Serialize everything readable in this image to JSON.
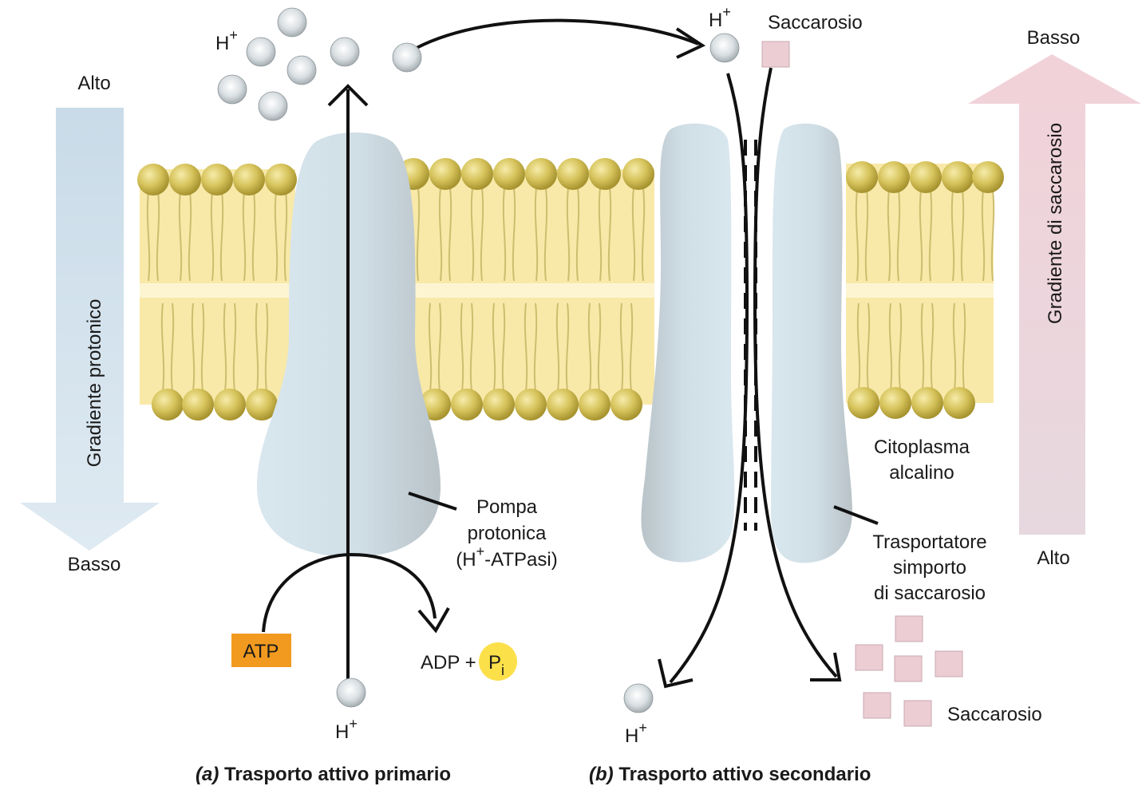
{
  "left_gradient": {
    "top_label": "Alto",
    "bottom_label": "Basso",
    "axis_label": "Gradiente protonico",
    "color": "#d6e6f1"
  },
  "right_gradient": {
    "top_label": "Basso",
    "bottom_label": "Alto",
    "axis_label": "Gradiente di saccarosio",
    "color": "#efd6dc"
  },
  "ions": {
    "h_plus_top_left": "H+",
    "h_plus_top_right": "H+",
    "h_plus_bottom_pump": "H+",
    "h_plus_bottom_symport": "H+"
  },
  "pump": {
    "label_line1": "Pompa",
    "label_line2": "protonica",
    "label_line3": "(H+-ATPasi)"
  },
  "energy": {
    "atp_label": "ATP",
    "adp_label": "ADP +",
    "pi_label": "P",
    "pi_subscript": "i",
    "atp_color": "#f29a1f",
    "pi_color": "#fbe04a"
  },
  "symporter": {
    "sucrose_top_label": "Saccarosio",
    "sucrose_bottom_label": "Saccarosio",
    "cytoplasm_line1": "Citoplasma",
    "cytoplasm_line2": "alcalino",
    "transporter_line1": "Trasportatore",
    "transporter_line2": "simporto",
    "transporter_line3": "di saccarosio"
  },
  "captions": {
    "a_prefix": "(a)",
    "a_text": " Trasporto attivo primario",
    "b_prefix": "(b)",
    "b_text": " Trasporto attivo secondario"
  },
  "colors": {
    "membrane": "#f8e9a9",
    "lipid_head": "#d9c860",
    "protein": "#d4e2ea",
    "sucrose": "#ebcdd3"
  }
}
